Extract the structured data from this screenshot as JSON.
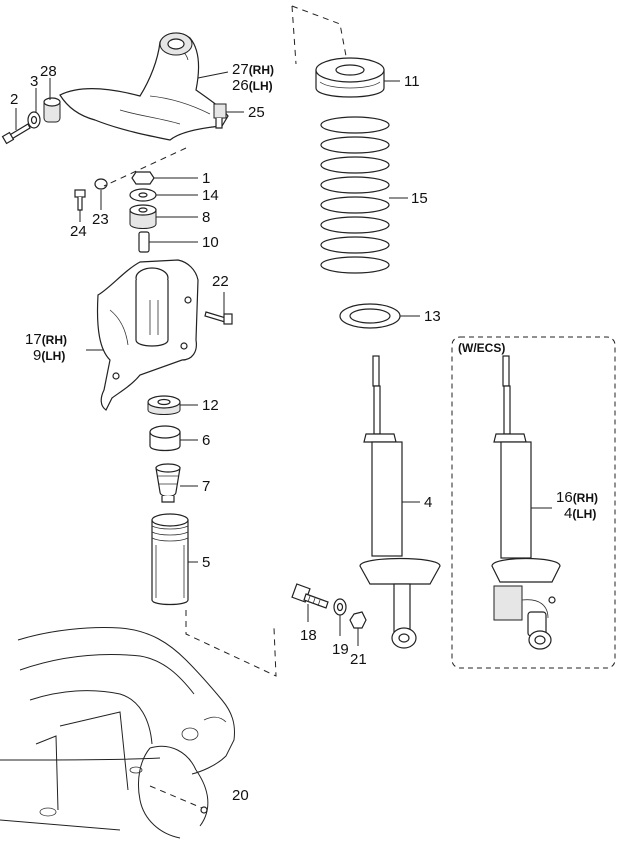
{
  "callouts": {
    "n1": "1",
    "n2": "2",
    "n3": "3",
    "n4": "4",
    "n5": "5",
    "n6": "6",
    "n7": "7",
    "n8": "8",
    "n10": "10",
    "n11": "11",
    "n12": "12",
    "n13": "13",
    "n14": "14",
    "n15": "15",
    "n18": "18",
    "n19": "19",
    "n20": "20",
    "n21": "21",
    "n22": "22",
    "n23": "23",
    "n24": "24",
    "n25": "25",
    "n28": "28",
    "n27": "27",
    "n27_side": "(RH)",
    "n26": "26",
    "n26_side": "(LH)",
    "n17": "17",
    "n17_side": "(RH)",
    "n9": "9",
    "n9_side": "(LH)",
    "n16": "16",
    "n16_side": "(RH)",
    "n4b": "4",
    "n4b_side": "(LH)"
  },
  "ecs_box": {
    "label": "(W/ECS)"
  }
}
